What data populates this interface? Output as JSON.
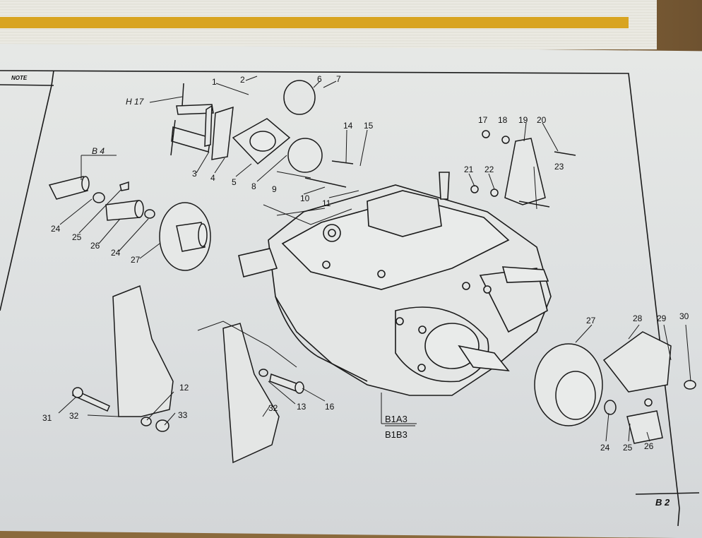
{
  "header": {
    "note_label": "NOTE"
  },
  "footer": {
    "page_code": "B 2"
  },
  "refs": {
    "h17": "H 17",
    "b4": "B 4",
    "b1a3": "B1A3",
    "b1b3": "B1B3"
  },
  "callouts": [
    "1",
    "2",
    "3",
    "4",
    "5",
    "6",
    "7",
    "8",
    "9",
    "10",
    "11",
    "14",
    "15",
    "17",
    "18",
    "19",
    "20",
    "21",
    "22",
    "23",
    "24",
    "25",
    "26",
    "24",
    "27",
    "27",
    "28",
    "29",
    "30",
    "24",
    "25",
    "26",
    "31",
    "32",
    "12",
    "33",
    "32",
    "13",
    "16"
  ],
  "colors": {
    "paper": "#dfe2e2",
    "ink": "#1a1a1a",
    "tab": "#d8a421"
  }
}
